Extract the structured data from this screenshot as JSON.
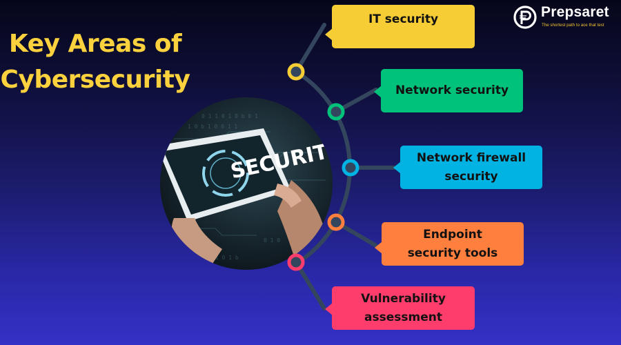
{
  "title": {
    "line1": "Key Areas of",
    "line2": "Cybersecurity"
  },
  "brand": {
    "name": "Prepsaret",
    "tagline": "The shortest path to ace that test",
    "icon": "prepsaret-logo-icon"
  },
  "image": {
    "description": "Hands holding a tablet showing SECURITY hologram",
    "overlay_text": "SECURIT"
  },
  "areas": [
    {
      "label": "IT security",
      "color": "#f6cd35"
    },
    {
      "label": "Network security",
      "color": "#00c27a"
    },
    {
      "label": "Network firewall security",
      "line1": "Network firewall",
      "line2": "security",
      "color": "#00b3e3"
    },
    {
      "label": "Endpoint security tools",
      "line1": "Endpoint",
      "line2": "security tools",
      "color": "#ff7f3f"
    },
    {
      "label": "Vulnerability assessment",
      "line1": "Vulnerability",
      "line2": "assessment",
      "color": "#ff3d6c"
    }
  ],
  "colors": {
    "title": "#fbd13d",
    "connector": "#33465e",
    "background_top": "#06061a",
    "background_bottom": "#3431c6"
  }
}
